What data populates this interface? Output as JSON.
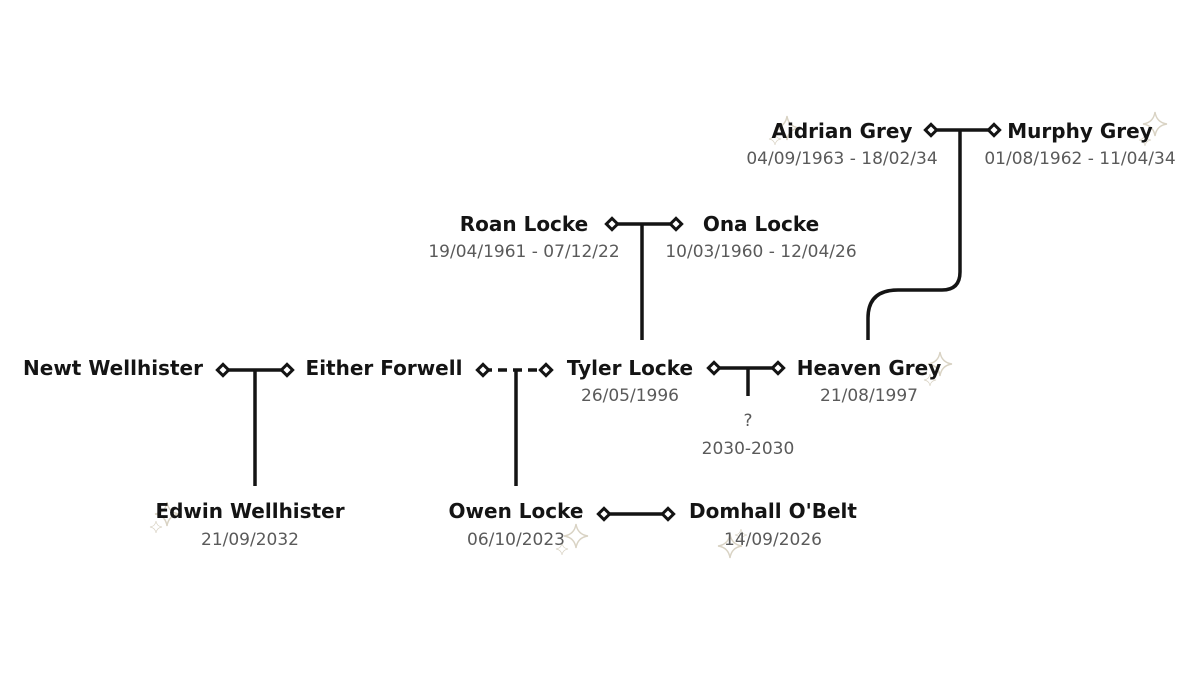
{
  "people": {
    "aidrian_grey": {
      "name": "Aidrian Grey",
      "dates": "04/09/1963 - 18/02/34"
    },
    "murphy_grey": {
      "name": "Murphy Grey",
      "dates": "01/08/1962 - 11/04/34"
    },
    "roan_locke": {
      "name": "Roan Locke",
      "dates": "19/04/1961 - 07/12/22"
    },
    "ona_locke": {
      "name": "Ona Locke",
      "dates": "10/03/1960 - 12/04/26"
    },
    "newt_wellhister": {
      "name": "Newt Wellhister",
      "dates": ""
    },
    "either_forwell": {
      "name": "Either Forwell",
      "dates": ""
    },
    "tyler_locke": {
      "name": "Tyler Locke",
      "dates": "26/05/1996"
    },
    "heaven_grey": {
      "name": "Heaven Grey",
      "dates": "21/08/1997"
    },
    "unknown_child": {
      "name": "?",
      "dates": "2030-2030"
    },
    "edwin_wellhister": {
      "name": "Edwin Wellhister",
      "dates": "21/09/2032"
    },
    "owen_locke": {
      "name": "Owen Locke",
      "dates": "06/10/2023"
    },
    "domhall_obelt": {
      "name": "Domhall O'Belt",
      "dates": "14/09/2026"
    }
  },
  "colors": {
    "line": "#141414",
    "dates_text": "#5a5a5a",
    "sparkle": "#d9d3c4",
    "background": "#ffffff"
  }
}
